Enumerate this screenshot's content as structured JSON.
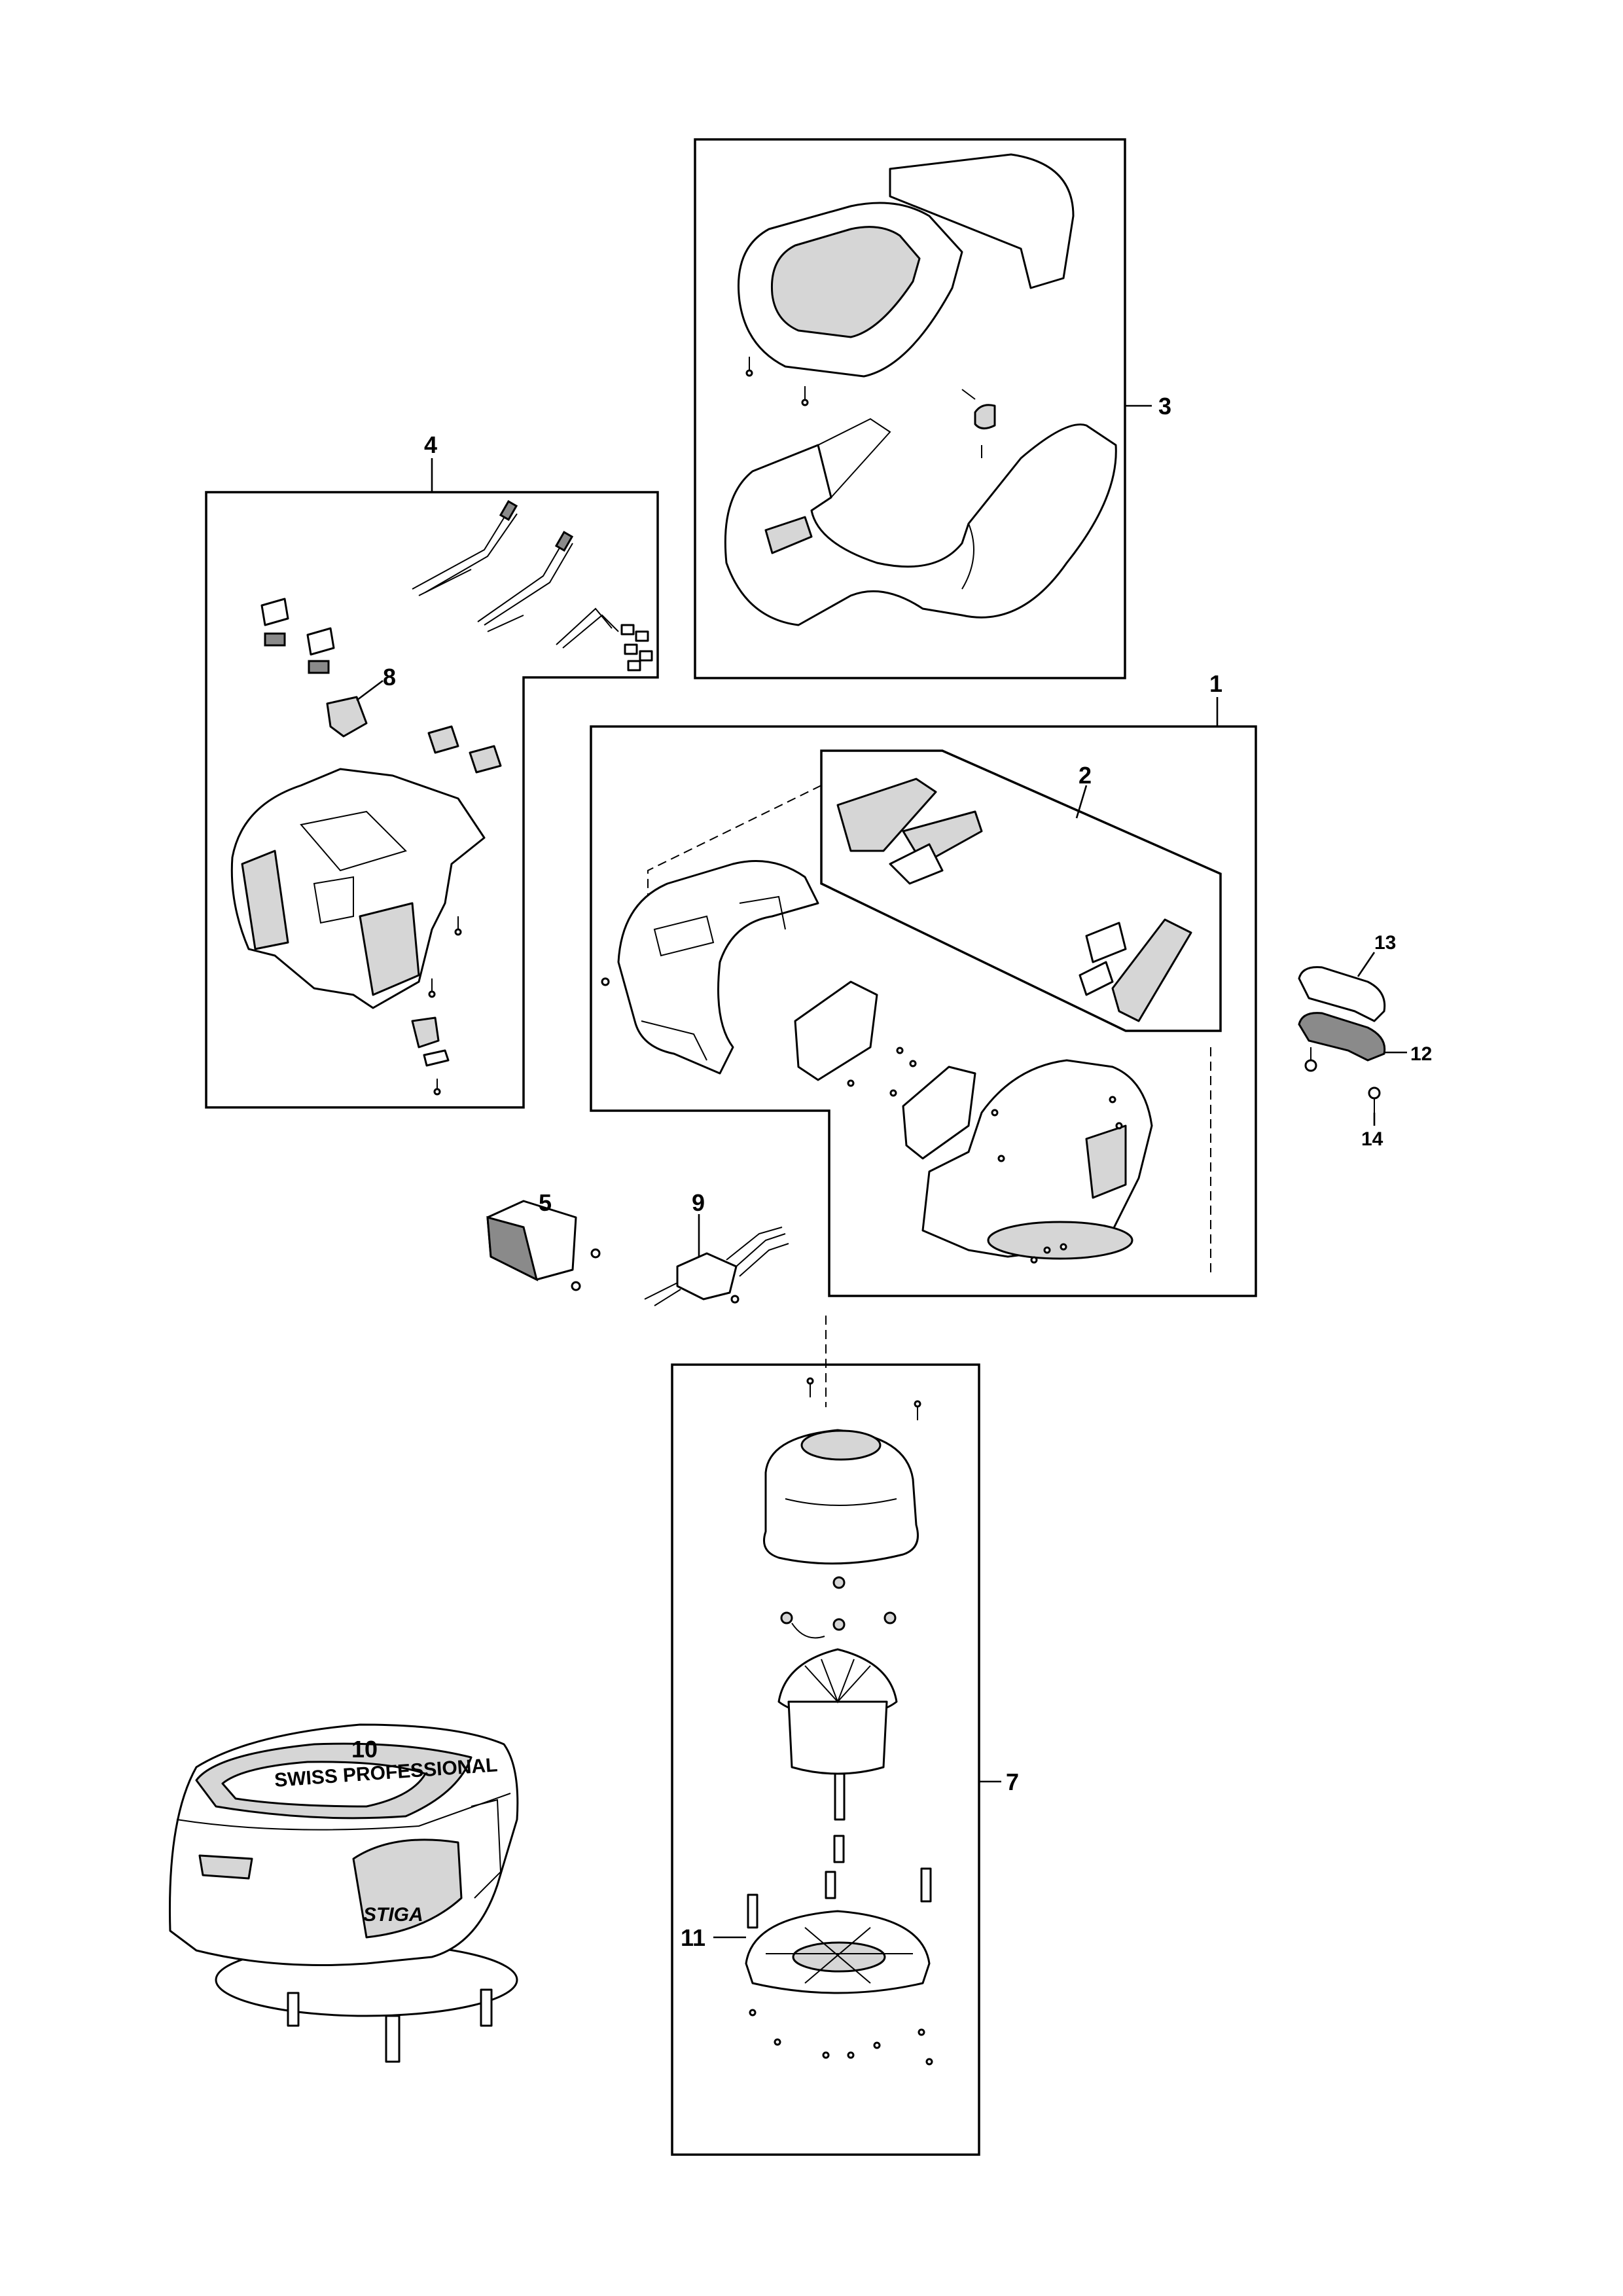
{
  "callouts": [
    {
      "id": "1",
      "text": "1"
    },
    {
      "id": "2",
      "text": "2"
    },
    {
      "id": "3",
      "text": "3"
    },
    {
      "id": "4",
      "text": "4"
    },
    {
      "id": "5",
      "text": "5"
    },
    {
      "id": "7",
      "text": "7"
    },
    {
      "id": "8",
      "text": "8"
    },
    {
      "id": "9",
      "text": "9"
    },
    {
      "id": "10",
      "text": "10"
    },
    {
      "id": "11",
      "text": "11"
    },
    {
      "id": "12",
      "text": "12"
    },
    {
      "id": "13",
      "text": "13"
    },
    {
      "id": "14",
      "text": "14"
    }
  ],
  "branding": {
    "logo_text": "STIGA",
    "model_text": "SWISS PROFESSIONAL"
  },
  "colors": {
    "line": "#000000",
    "background": "#ffffff",
    "shade": "#d6d6d6"
  }
}
